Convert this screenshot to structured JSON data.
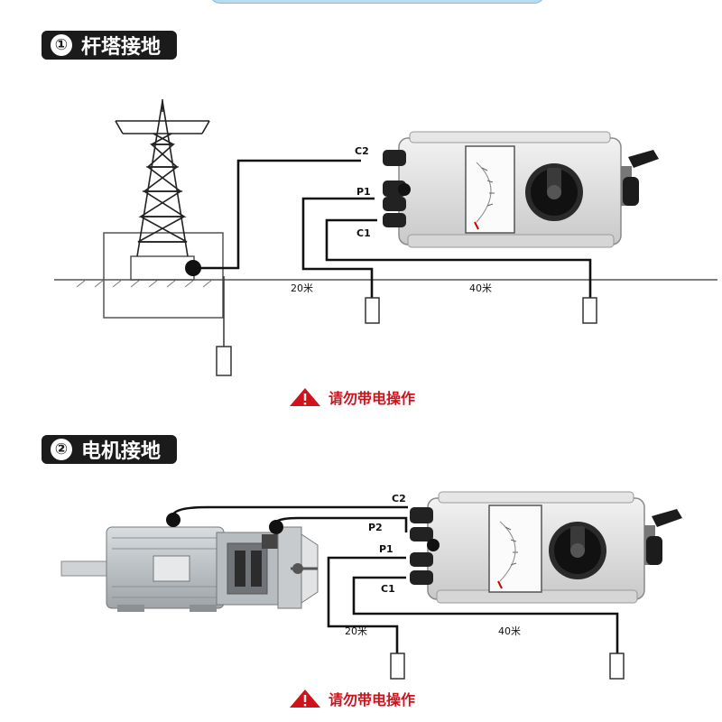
{
  "section1": {
    "number": "①",
    "title": "杆塔接地"
  },
  "section2": {
    "number": "②",
    "title": "电机接地"
  },
  "terminals": {
    "c2": "C2",
    "p2": "P2",
    "p1": "P1",
    "c1": "C1"
  },
  "distances": {
    "near": "20米",
    "far": "40米"
  },
  "warning": {
    "text": "请勿带电操作"
  },
  "colors": {
    "warning_red": "#d0121b",
    "header_bg": "#1b1b1b",
    "wire": "#111111"
  }
}
